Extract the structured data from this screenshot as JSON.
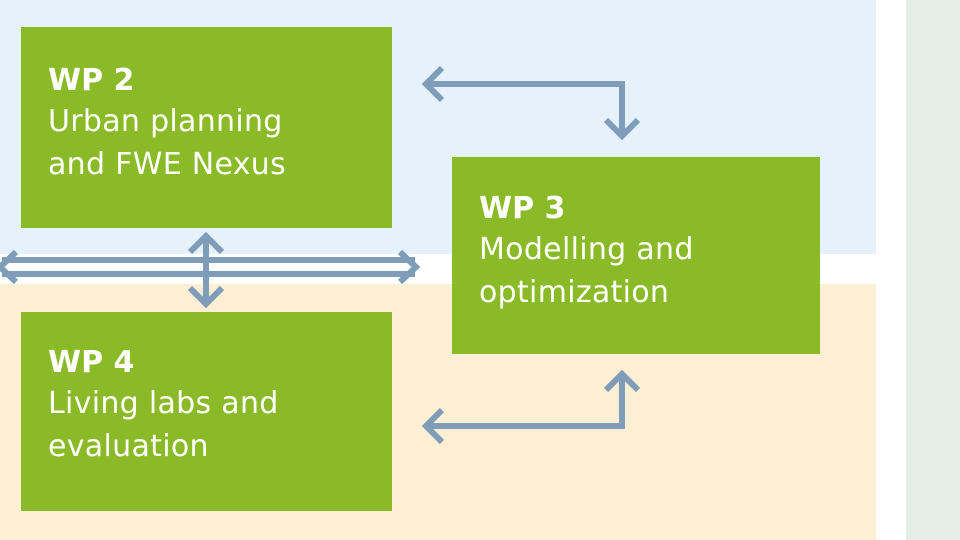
{
  "colors": {
    "box_fill": "#8aba27",
    "box_text": "#ffffff",
    "arrow": "#7f9db8",
    "zone_top": "#e5f1fb",
    "zone_bottom": "#fdefd3",
    "zone_side": "#e4ede6"
  },
  "boxes": {
    "wp2": {
      "title": "WP 2",
      "lines": [
        "Urban planning",
        "and FWE Nexus"
      ]
    },
    "wp3": {
      "title": "WP 3",
      "lines": [
        "Modelling and",
        "optimization"
      ]
    },
    "wp4": {
      "title": "WP 4",
      "lines": [
        "Living labs and",
        "evaluation"
      ]
    }
  },
  "connections": [
    {
      "from": "wp2",
      "to": "wp3",
      "direction": "bidirectional"
    },
    {
      "from": "wp4",
      "to": "wp3",
      "direction": "bidirectional"
    },
    {
      "from": "wp2",
      "to": "wp4",
      "direction": "bidirectional"
    },
    {
      "from": "external",
      "to": "wp3",
      "direction": "bidirectional"
    }
  ]
}
